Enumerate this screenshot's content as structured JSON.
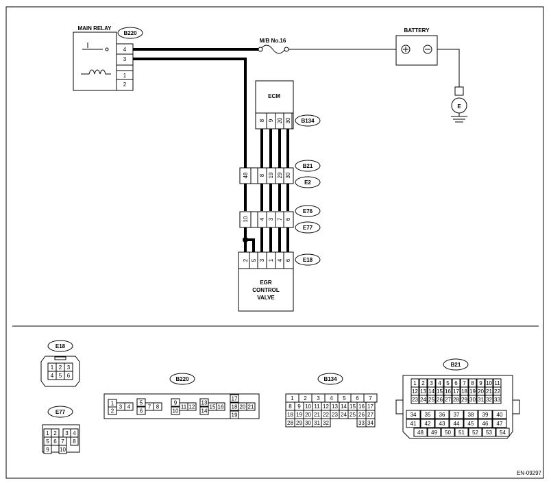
{
  "labels": {
    "main_relay": "MAIN RELAY",
    "fuse": "M/B No.16",
    "battery": "BATTERY",
    "ground": "E",
    "ecm": "ECM",
    "egr_line1": "EGR",
    "egr_line2": "CONTROL",
    "egr_line3": "VALVE",
    "doc_code": "EN-09297"
  },
  "connector_tags": {
    "b220": "B220",
    "b134": "B134",
    "b21": "B21",
    "e2": "E2",
    "e76": "E76",
    "e77": "E77",
    "e18": "E18"
  },
  "relay_pins": [
    "4",
    "3",
    "1",
    "2"
  ],
  "ecm_pins": [
    "8",
    "9",
    "20",
    "30"
  ],
  "b21_pins": [
    "48",
    "8",
    "19",
    "29",
    "30"
  ],
  "e76_pins": [
    "10",
    "4",
    "3",
    "7",
    "6"
  ],
  "e18_pins": [
    "2",
    "5",
    "3",
    "1",
    "4",
    "6"
  ],
  "e18_face": [
    "1",
    "2",
    "3",
    "4",
    "5",
    "6"
  ],
  "e77_face": [
    "1",
    "2",
    "3",
    "4",
    "5",
    "6",
    "7",
    "8",
    "9",
    "10"
  ],
  "b220_face": [
    "1",
    "2",
    "3",
    "4",
    "5",
    "6",
    "7",
    "8",
    "9",
    "10",
    "11",
    "12",
    "13",
    "14",
    "15",
    "16",
    "17",
    "18",
    "19",
    "20",
    "21"
  ],
  "b134_face": [
    "1",
    "2",
    "3",
    "4",
    "5",
    "6",
    "7",
    "8",
    "9",
    "10",
    "11",
    "12",
    "13",
    "14",
    "15",
    "16",
    "17",
    "18",
    "19",
    "20",
    "21",
    "22",
    "23",
    "24",
    "25",
    "26",
    "27",
    "28",
    "29",
    "30",
    "31",
    "32",
    "33",
    "34"
  ],
  "b21_face": [
    "1",
    "2",
    "3",
    "4",
    "5",
    "6",
    "7",
    "8",
    "9",
    "10",
    "11",
    "12",
    "13",
    "14",
    "15",
    "16",
    "17",
    "18",
    "19",
    "20",
    "21",
    "22",
    "23",
    "24",
    "25",
    "26",
    "27",
    "28",
    "29",
    "30",
    "31",
    "32",
    "33",
    "34",
    "35",
    "36",
    "37",
    "38",
    "39",
    "40",
    "41",
    "42",
    "43",
    "44",
    "45",
    "46",
    "47",
    "48",
    "49",
    "50",
    "51",
    "52",
    "53",
    "54"
  ]
}
